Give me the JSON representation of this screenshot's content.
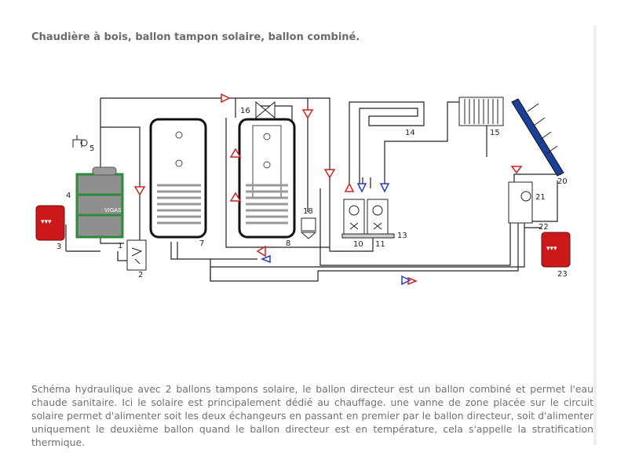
{
  "title": "Chaudière à bois, ballon tampon solaire, ballon combiné.",
  "caption": "Schéma hydraulique avec 2 ballons tampons solaire, le ballon directeur est un ballon combiné et permet l'eau chaude sanitaire. Ici le solaire est principalement dédié au chauffage. une vanne de zone placée sur le circuit solaire permet d'alimenter soit les deux échangeurs en passant en premier par le ballon directeur, soit d'alimenter uniquement le deuxième ballon quand le ballon directeur est en température, cela s'appelle la stratification thermique.",
  "boiler_brand": "VIGAS",
  "labels": {
    "l1": "1",
    "l2": "2",
    "l3": "3",
    "l4": "4",
    "l5": "5",
    "l7": "7",
    "l8": "8",
    "l10": "10",
    "l11": "11",
    "l13": "13",
    "l14": "14",
    "l15": "15",
    "l16": "16",
    "l18": "18",
    "l20": "20",
    "l21": "21",
    "l22": "22",
    "l23": "23"
  },
  "colors": {
    "hot_arrow": "#d42020",
    "cold_arrow": "#2a3ab8",
    "boiler_green": "#2d8a3a",
    "expansion_vessel": "#cc1818",
    "solar_panel": "#1c3f9a"
  }
}
